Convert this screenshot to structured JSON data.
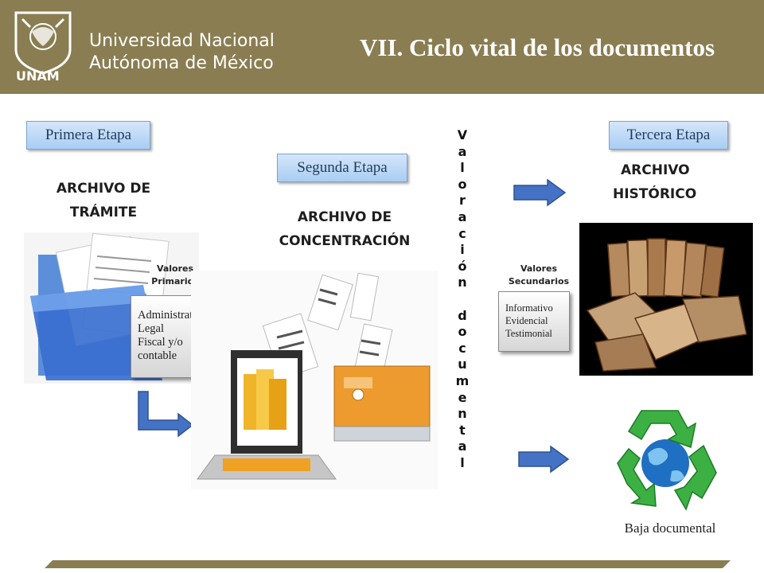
{
  "header": {
    "logo_text": "UNAM",
    "university_line1": "Universidad Nacional",
    "university_line2": "Autónoma de México",
    "title": "VII. Ciclo vital de los documentos"
  },
  "stages": {
    "first": {
      "label": "Primera Etapa",
      "heading_line1": "ARCHIVO DE",
      "heading_line2": "TRÁMITE"
    },
    "second": {
      "label": "Segunda Etapa",
      "heading_line1": "ARCHIVO DE",
      "heading_line2": "CONCENTRACIÓN"
    },
    "third": {
      "label": "Tercera Etapa",
      "heading_line1": "ARCHIVO",
      "heading_line2": "HISTÓRICO"
    }
  },
  "primary_values": {
    "label_line1": "Valores",
    "label_line2": "Primarios",
    "items": [
      "Administrativo",
      "Legal",
      "Fiscal y/o",
      "contable"
    ]
  },
  "secondary_values": {
    "label_line1": "Valores",
    "label_line2": "Secundarios",
    "items": [
      "Informativo",
      "Evidencial",
      "Testimonial"
    ]
  },
  "vertical_text": [
    "V",
    "a",
    "l",
    "o",
    "r",
    "a",
    "c",
    "i",
    "ó",
    "n",
    "",
    "d",
    "o",
    "c",
    "u",
    "m",
    "e",
    "n",
    "t",
    "a",
    "l"
  ],
  "baja": "Baja documental",
  "colors": {
    "header_bg": "#8a7d52",
    "arrow_blue": "#4472c4",
    "stage_bg": "#bcd7f5"
  }
}
